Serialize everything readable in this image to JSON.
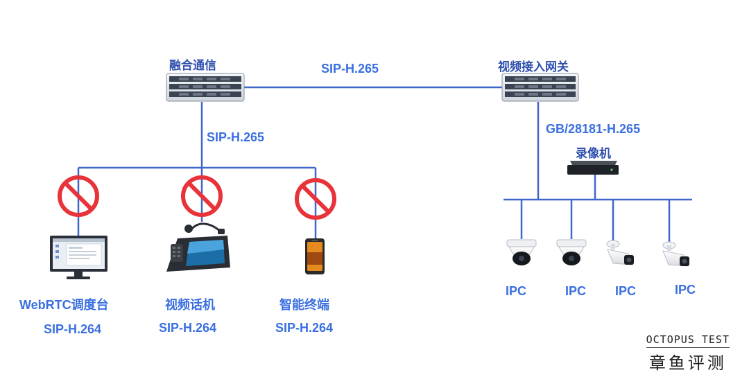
{
  "nodes": {
    "fusion": "融合通信",
    "gateway": "视频接入网关",
    "recorder": "录像机",
    "webrtc": "WebRTC调度台",
    "videophone": "视频话机",
    "terminal": "智能终端",
    "ipc1": "IPC",
    "ipc2": "IPC",
    "ipc3": "IPC",
    "ipc4": "IPC"
  },
  "links": {
    "fusion_gateway": "SIP-H.265",
    "fusion_down": "SIP-H.265",
    "gateway_down": "GB/28181-H.265",
    "webrtc_proto": "SIP-H.264",
    "videophone_proto": "SIP-H.264",
    "terminal_proto": "SIP-H.264"
  },
  "watermark": {
    "en": "OCTOPUS TEST",
    "cn": "章鱼评测"
  },
  "colors": {
    "line": "#3f66c8",
    "label": "#3a6fe0",
    "block": "#e8333a"
  }
}
